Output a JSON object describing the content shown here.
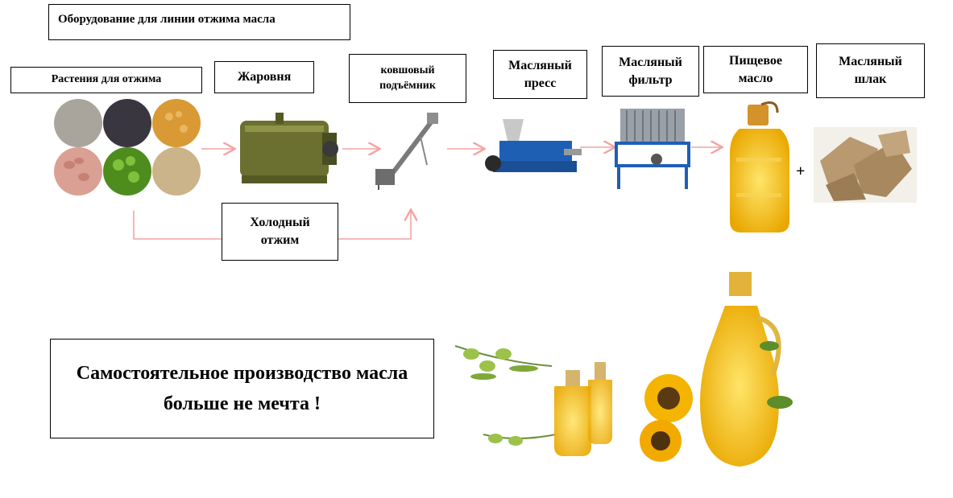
{
  "title": "Оборудование для линии отжима масла",
  "steps": {
    "plants": "Растения для отжима",
    "roaster": "Жаровня",
    "elevator_line1": "ковшовый",
    "elevator_line2": "подъёмник",
    "press_line1": "Масляный",
    "press_line2": "пресс",
    "filter_line1": "Масляный",
    "filter_line2": "фильтр",
    "oil_line1": "Пищевое",
    "oil_line2": "масло",
    "cake_line1": "Масляный",
    "cake_line2": "шлак",
    "cold_line1": "Холодный",
    "cold_line2": "отжим"
  },
  "plus": "+",
  "slogan": {
    "line1": "Самостоятельное производство масла",
    "line2": "больше не мечта !"
  },
  "colors": {
    "arrow": "#f4a3a3",
    "machine_green": "#6b7030",
    "machine_blue": "#1e5fb4",
    "oil_yellow": "#f2c21b"
  }
}
